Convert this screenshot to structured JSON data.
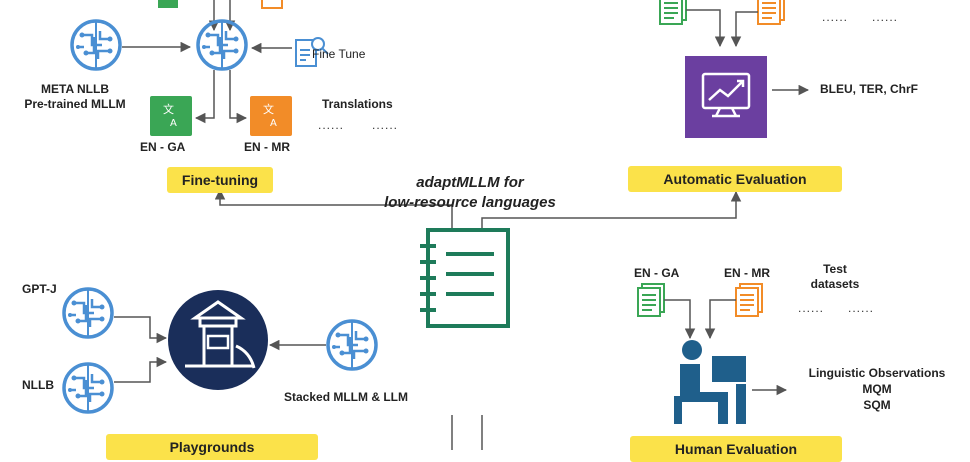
{
  "title": {
    "line1": "adaptMLLM for",
    "line2": "low-resource languages"
  },
  "finetuning": {
    "model_label_line1": "META NLLB",
    "model_label_line2": "Pre-trained MLLM",
    "fine_tune_label": "Fine Tune",
    "translations_label": "Translations",
    "doc_label_ga": "EN - GA",
    "doc_label_mr": "EN - MR",
    "section_label": "Fine-tuning"
  },
  "automatic_eval": {
    "metrics_label": "BLEU, TER, ChrF",
    "section_label": "Automatic Evaluation"
  },
  "playgrounds": {
    "model1_label": "GPT-J",
    "model2_label": "NLLB",
    "stacked_label": "Stacked MLLM & LLM",
    "section_label": "Playgrounds"
  },
  "human_eval": {
    "doc_label_ga": "EN - GA",
    "doc_label_mr": "EN - MR",
    "test_label_line1": "Test",
    "test_label_line2": "datasets",
    "obs_line1": "Linguistic Observations",
    "obs_line2": "MQM",
    "obs_line3": "SQM",
    "section_label": "Human Evaluation"
  },
  "ellipsis": "......",
  "colors": {
    "accent_yellow": "#fbe24a",
    "neural_blue": "#4a8fd3",
    "doc_green": "#3aa655",
    "doc_orange": "#f28c28",
    "monitor_purple": "#6b3fa0",
    "hub_green": "#1e7b5a",
    "playground_navy": "#1a2e5a",
    "person_blue": "#1f5f8b"
  }
}
